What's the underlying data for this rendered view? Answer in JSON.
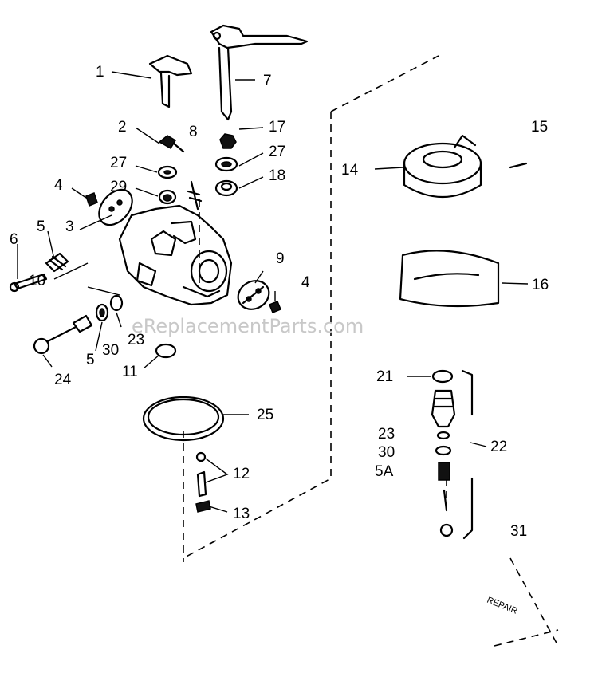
{
  "callouts": {
    "p1": "1",
    "p2": "2",
    "p3": "3",
    "p4a": "4",
    "p4b": "4",
    "p5a": "5",
    "p5b": "5",
    "p5A": "5A",
    "p6": "6",
    "p7": "7",
    "p8": "8",
    "p9": "9",
    "p10": "10",
    "p11": "11",
    "p12": "12",
    "p13": "13",
    "p14": "14",
    "p15": "15",
    "p16": "16",
    "p17": "17",
    "p18": "18",
    "p21": "21",
    "p22": "22",
    "p23a": "23",
    "p23b": "23",
    "p24": "24",
    "p25": "25",
    "p27a": "27",
    "p27b": "27",
    "p29": "29",
    "p30a": "30",
    "p30b": "30",
    "p31": "31"
  },
  "watermark": "eReplacementParts.com",
  "kit_label": "REPAIR"
}
